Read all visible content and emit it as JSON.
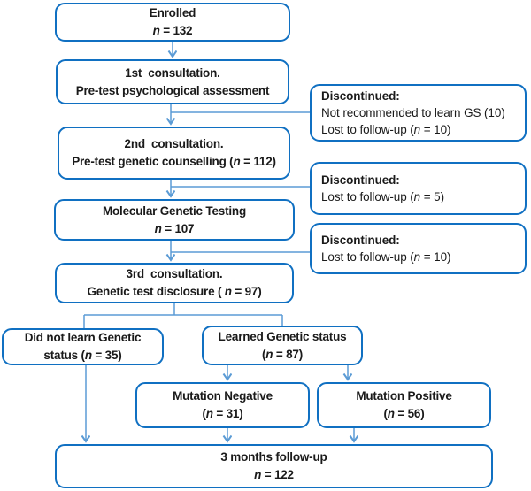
{
  "figure": {
    "type": "flowchart",
    "background": "#FFFFFF",
    "box_border_color": "#1070C2",
    "connector_color": "#5B9BD5",
    "text_color": "#1A1A1A"
  },
  "boxes": {
    "enrolled": {
      "line1": "Enrolled",
      "n_char": "n",
      "n_post": " = 132"
    },
    "consult1": {
      "line1": "1st  consultation.",
      "line2": "Pre-test psychological assessment"
    },
    "consult2": {
      "line1": "2nd  consultation.",
      "n_pre": "Pre-test genetic counselling (",
      "n_char": "n",
      "n_post": " = 112)"
    },
    "testing": {
      "line1": "Molecular Genetic Testing",
      "n_char": "n",
      "n_post": " = 107"
    },
    "consult3": {
      "line1": "3rd  consultation.",
      "n_pre": "Genetic test disclosure ( ",
      "n_char": "n",
      "n_post": " = 97)"
    },
    "did_not_learn": {
      "line1": "Did not learn Genetic",
      "n_pre": "status (",
      "n_char": "n",
      "n_post": " = 35)"
    },
    "learned": {
      "line1": "Learned Genetic status",
      "n_pre": "(",
      "n_char": "n",
      "n_post": " = 87)"
    },
    "mutation_negative": {
      "line1": "Mutation Negative",
      "n_pre": "(",
      "n_char": "n",
      "n_post": " = 31)"
    },
    "mutation_positive": {
      "line1": "Mutation Positive",
      "n_pre": "(",
      "n_char": "n",
      "n_post": " = 56)"
    },
    "followup": {
      "line1": "3 months follow-up",
      "n_char": "n",
      "n_post": " = 122"
    }
  },
  "discontinued": {
    "d1": {
      "title": "Discontinued:",
      "line1": "Not recommended to learn GS (10)",
      "n_pre": "Lost to follow-up (",
      "n_char": "n",
      "n_post": " = 10)"
    },
    "d2": {
      "title": "Discontinued:",
      "n_pre": "Lost to follow-up (",
      "n_char": "n",
      "n_post": " = 5)"
    },
    "d3": {
      "title": "Discontinued:",
      "n_pre": "Lost to follow-up (",
      "n_char": "n",
      "n_post": " = 10)"
    }
  }
}
